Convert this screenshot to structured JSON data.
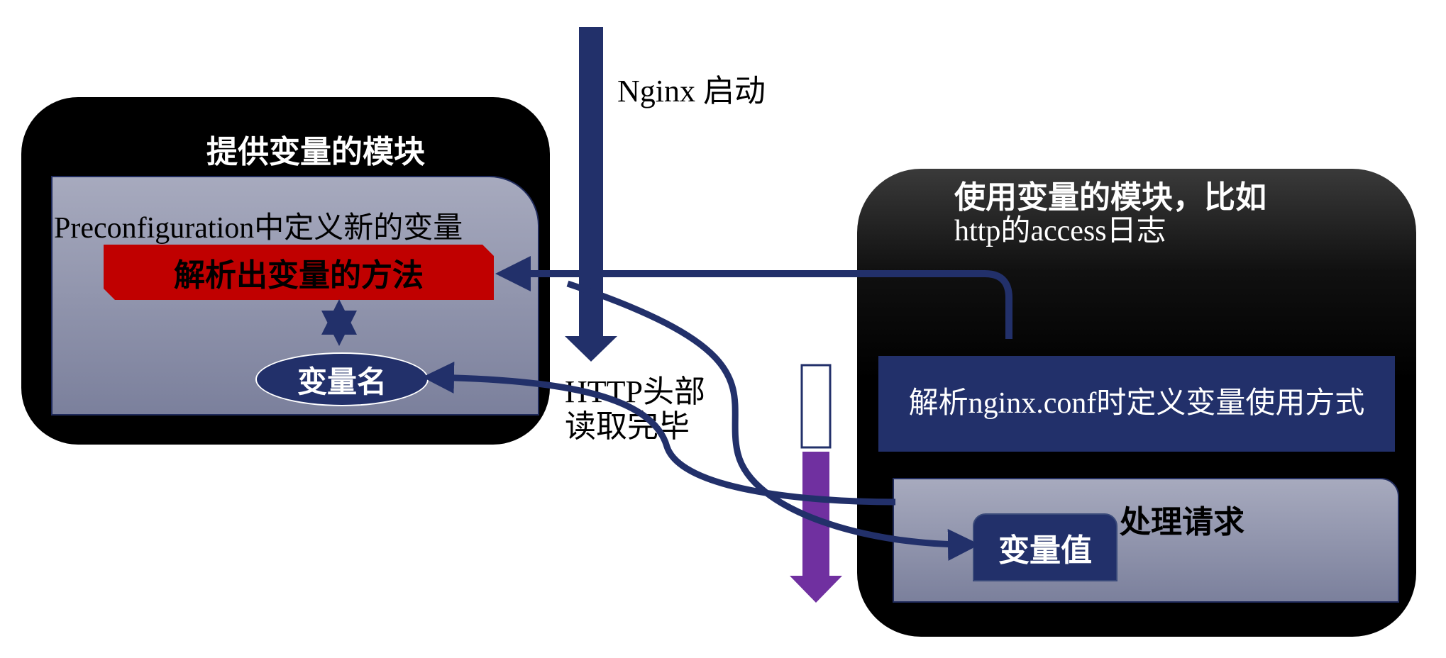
{
  "provider_module": {
    "title": "提供变量的模块",
    "preconfig_label": "Preconfiguration中定义新的变量",
    "parse_method_label": "解析出变量的方法",
    "var_name_label": "变量名"
  },
  "consumer_module": {
    "title_line1": "使用变量的模块，比如",
    "title_line2": "http的access日志",
    "conf_box_label": "解析nginx.conf时定义变量使用方式",
    "process_label": "处理请求",
    "var_value_label": "变量值"
  },
  "timeline": {
    "start_label": "Nginx 启动",
    "header_read_label_line1": "HTTP头部",
    "header_read_label_line2": "读取完毕"
  },
  "colors": {
    "navy": "#22306a",
    "red": "#c00000",
    "purple": "#7030a0",
    "black": "#000000",
    "panel_gray": "#9a9db4"
  }
}
